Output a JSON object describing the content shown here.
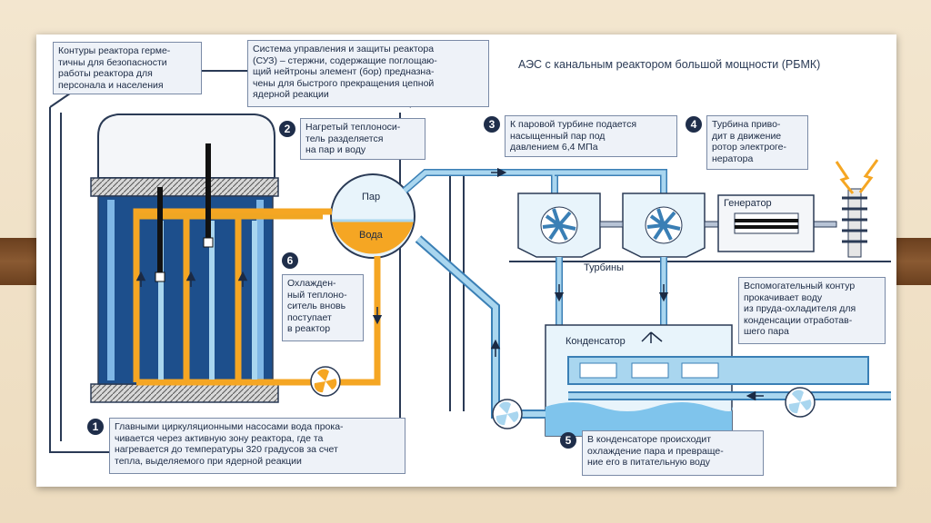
{
  "title": "АЭС с канальным реактором большой мощности (РБМК)",
  "notes": {
    "containment": "Контуры реактора герме-\nтичны для безопасности\nработы реактора для\nперсонала и населения",
    "control_system": "Система управления и защиты реактора\n(СУЗ) – стержни, содержащие поглощаю-\nщий нейтроны элемент (бор) предназна-\nчены для быстрого прекращения цепной\nядерной реакции",
    "step1": "Главными циркуляционными насосами вода прока-\nчивается через активную зону реактора, где та\nнагревается до температуры 320 градусов за счет\nтепла, выделяемого при ядерной реакции",
    "step2": "Нагретый теплоноси-\nтель разделяется\nна пар и воду",
    "step3": "К паровой турбине подается\nнасыщенный пар под\nдавлением 6,4 МПа",
    "step4": "Турбина приво-\nдит в движение\nротор электроге-\nнератора",
    "step5": "В конденсаторе происходит\nохлаждение пара и превраще-\nние его в питательную воду",
    "step6": "Охлажден-\nный теплоно-\nситель вновь\nпоступает\nв реактор",
    "aux_loop": "Вспомогательный контур\nпрокачивает воду\nиз пруда-охладителя для\nконденсации отработав-\nшего пара"
  },
  "numbers": {
    "n1": "1",
    "n2": "2",
    "n3": "3",
    "n4": "4",
    "n5": "5",
    "n6": "6"
  },
  "labels": {
    "steam": "Пар",
    "water": "Вода",
    "turbines": "Турбины",
    "generator": "Генератор",
    "condenser": "Конденсатор"
  },
  "colors": {
    "hot": "#f5a623",
    "cold": "#a9d6ef",
    "pipe_outline": "#3a7fb5",
    "core": "#1d4f8c",
    "ink": "#1b2a44"
  },
  "icons": [
    "pump-icon",
    "turbine-icon",
    "spark-icon",
    "control-rod-icon"
  ]
}
